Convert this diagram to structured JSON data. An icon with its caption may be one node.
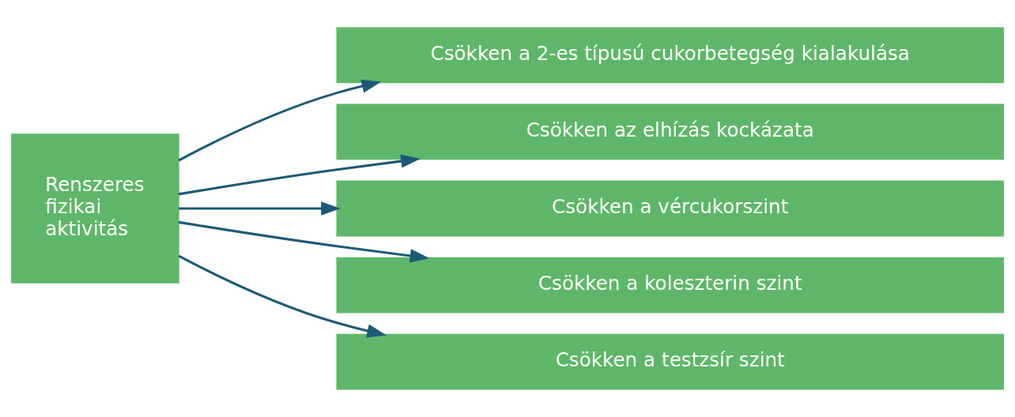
{
  "diagram": {
    "nodes": [
      {
        "text": [
          "Renszeres fizikai aktivitás"
        ]
      },
      {
        "text": [
          "Csökken a 2-es típusú cukorbetegség kialakulása"
        ]
      },
      {
        "text": [
          "Csökken az elhízás kockázata"
        ]
      },
      {
        "text": [
          "Csökken a vércukorszint"
        ]
      },
      {
        "text": [
          "Csökken a koleszterin szint"
        ]
      },
      {
        "text": [
          "Csökken a testzsír szint"
        ]
      }
    ],
    "edges": [
      {
        "from": 0,
        "to": 1,
        "arrow": "to"
      },
      {
        "from": 0,
        "to": 2,
        "arrow": "to"
      },
      {
        "from": 0,
        "to": 3,
        "arrow": "to"
      },
      {
        "from": 0,
        "to": 4,
        "arrow": "to"
      },
      {
        "from": 0,
        "to": 5,
        "arrow": "to"
      }
    ]
  }
}
